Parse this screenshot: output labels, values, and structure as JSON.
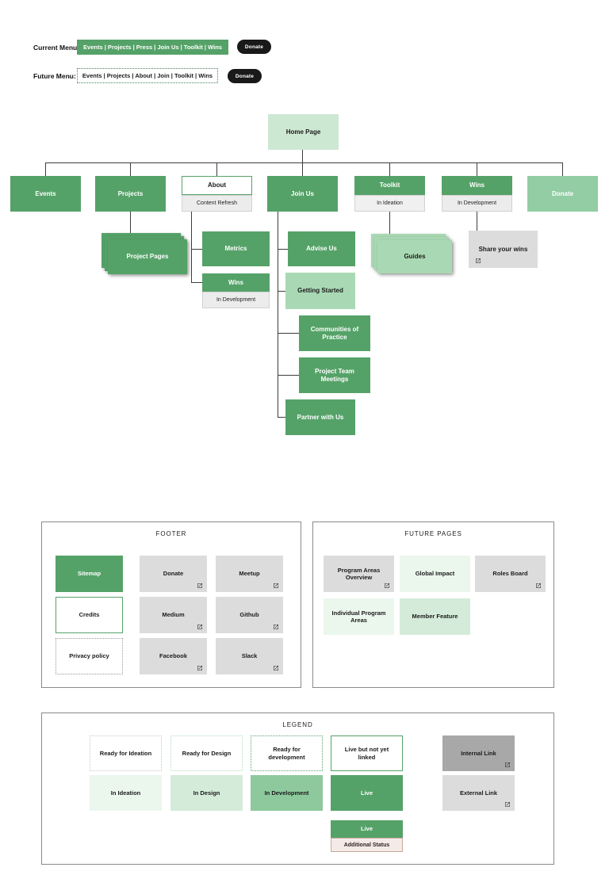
{
  "menus": {
    "current_label": "Current Menu:",
    "current_items": "Events |  Projects | Press | Join Us | Toolkit | Wins",
    "future_label": "Future  Menu:",
    "future_items": "Events |  Projects | About | Join | Toolkit | Wins",
    "donate": "Donate"
  },
  "tree": {
    "home": {
      "label": "Home Page"
    },
    "level1": {
      "events": {
        "label": "Events"
      },
      "projects": {
        "label": "Projects"
      },
      "about": {
        "label": "About",
        "status": "Content Refresh"
      },
      "join_us": {
        "label": "Join Us"
      },
      "toolkit": {
        "label": "Toolkit",
        "status": "In Ideation"
      },
      "wins": {
        "label": "Wins",
        "status": "In Development"
      },
      "donate": {
        "label": "Donate"
      }
    },
    "level2": {
      "project_pages": {
        "label": "Project Pages"
      },
      "metrics": {
        "label": "Metrics"
      },
      "wins": {
        "label": "Wins",
        "status": "In Development"
      },
      "advise_us": {
        "label": "Advise Us"
      },
      "getting_started": {
        "label": "Getting Started"
      },
      "communities": {
        "label": "Communities of Practice"
      },
      "project_team": {
        "label": "Project Team Meetings"
      },
      "partner": {
        "label": "Partner with Us"
      },
      "guides": {
        "label": "Guides"
      },
      "share_wins": {
        "label": "Share your wins"
      }
    }
  },
  "footer": {
    "title": "FOOTER",
    "items": [
      {
        "label": "Sitemap"
      },
      {
        "label": "Donate"
      },
      {
        "label": "Meetup"
      },
      {
        "label": "Credits"
      },
      {
        "label": "Medium"
      },
      {
        "label": "Github"
      },
      {
        "label": "Privacy policy"
      },
      {
        "label": "Facebook"
      },
      {
        "label": "Slack"
      }
    ]
  },
  "future_pages": {
    "title": "FUTURE PAGES",
    "items": [
      {
        "label": "Program Areas Overview"
      },
      {
        "label": "Global Impact"
      },
      {
        "label": "Roles Board"
      },
      {
        "label": "Individual Program Areas"
      },
      {
        "label": "Member Feature"
      }
    ]
  },
  "legend": {
    "title": "LEGEND",
    "ready_ideation": "Ready for Ideation",
    "ready_design": "Ready for Design",
    "ready_development": "Ready for development",
    "live_not_linked": "Live but not yet linked",
    "internal_link": "Internal Link",
    "in_ideation": "In Ideation",
    "in_design": "In Design",
    "in_development": "In Development",
    "live": "Live",
    "external_link": "External Link",
    "live_additional": "Live",
    "additional_status": "Additional Status"
  },
  "colors": {
    "live_green": "#55a268",
    "design_green": "#d5ebd9",
    "ideation_green": "#ebf6ed",
    "development_green": "#8dc99c",
    "gray": "#dcdcdc",
    "internal_gray": "#a8a8a8"
  }
}
